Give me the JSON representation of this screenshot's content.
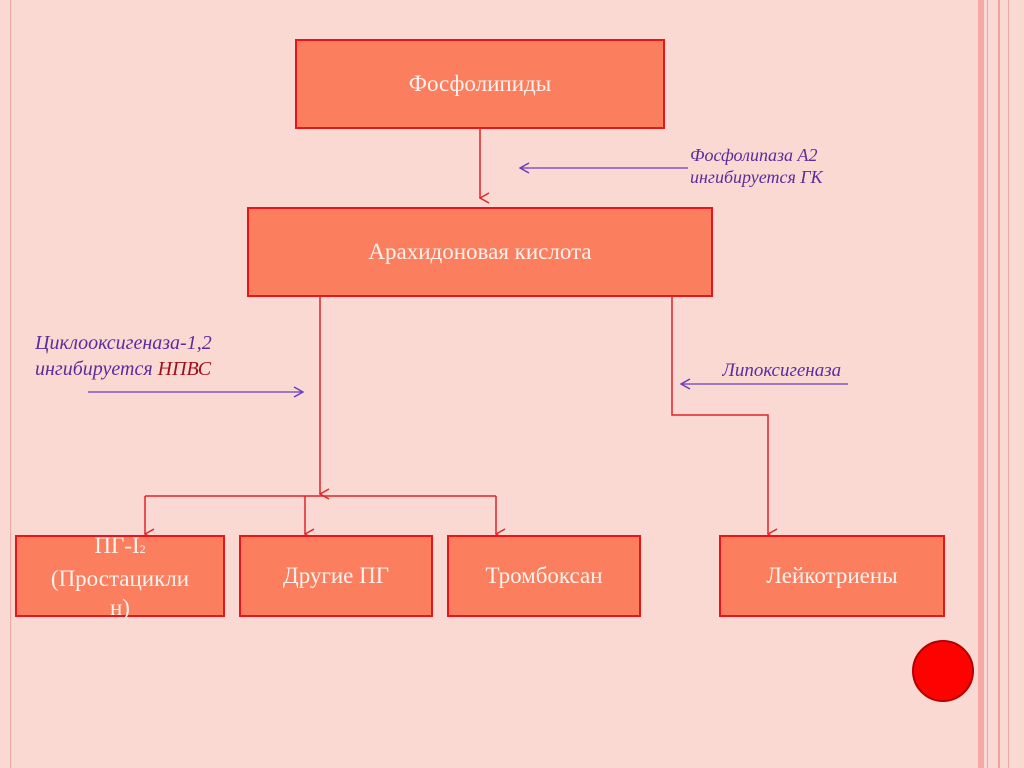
{
  "nodes": {
    "phospholipids": "Фосфолипиды",
    "arachidonic_acid": "Арахидоновая кислота",
    "pg_i2_line1": "ПГ-I",
    "pg_i2_sub": "2",
    "pg_i2_line2": "(Простацикли",
    "pg_i2_line3": "н)",
    "other_pg": "Другие ПГ",
    "thromboxane": "Тромбоксан",
    "leukotrienes": "Лейкотриены"
  },
  "notes": {
    "phospholipase_line1": "Фосфолипаза А2",
    "phospholipase_line2": "ингибируется ГК",
    "cox_line1": "Циклооксигеназа-1,2",
    "cox_line2_prefix": "ингибируется ",
    "cox_line2_highlight": "НПВС",
    "lipoxygenase": "Липоксигеназа"
  },
  "colors": {
    "background": "#fad9d3",
    "box_fill": "#fb7f5f",
    "box_border": "#e8161a",
    "connector": "#e0242a",
    "enzyme_arrow": "#6a3cc0",
    "enzyme_text": "#5a2d9a",
    "highlight_text": "#a0101a",
    "circle": "#fe0202"
  }
}
